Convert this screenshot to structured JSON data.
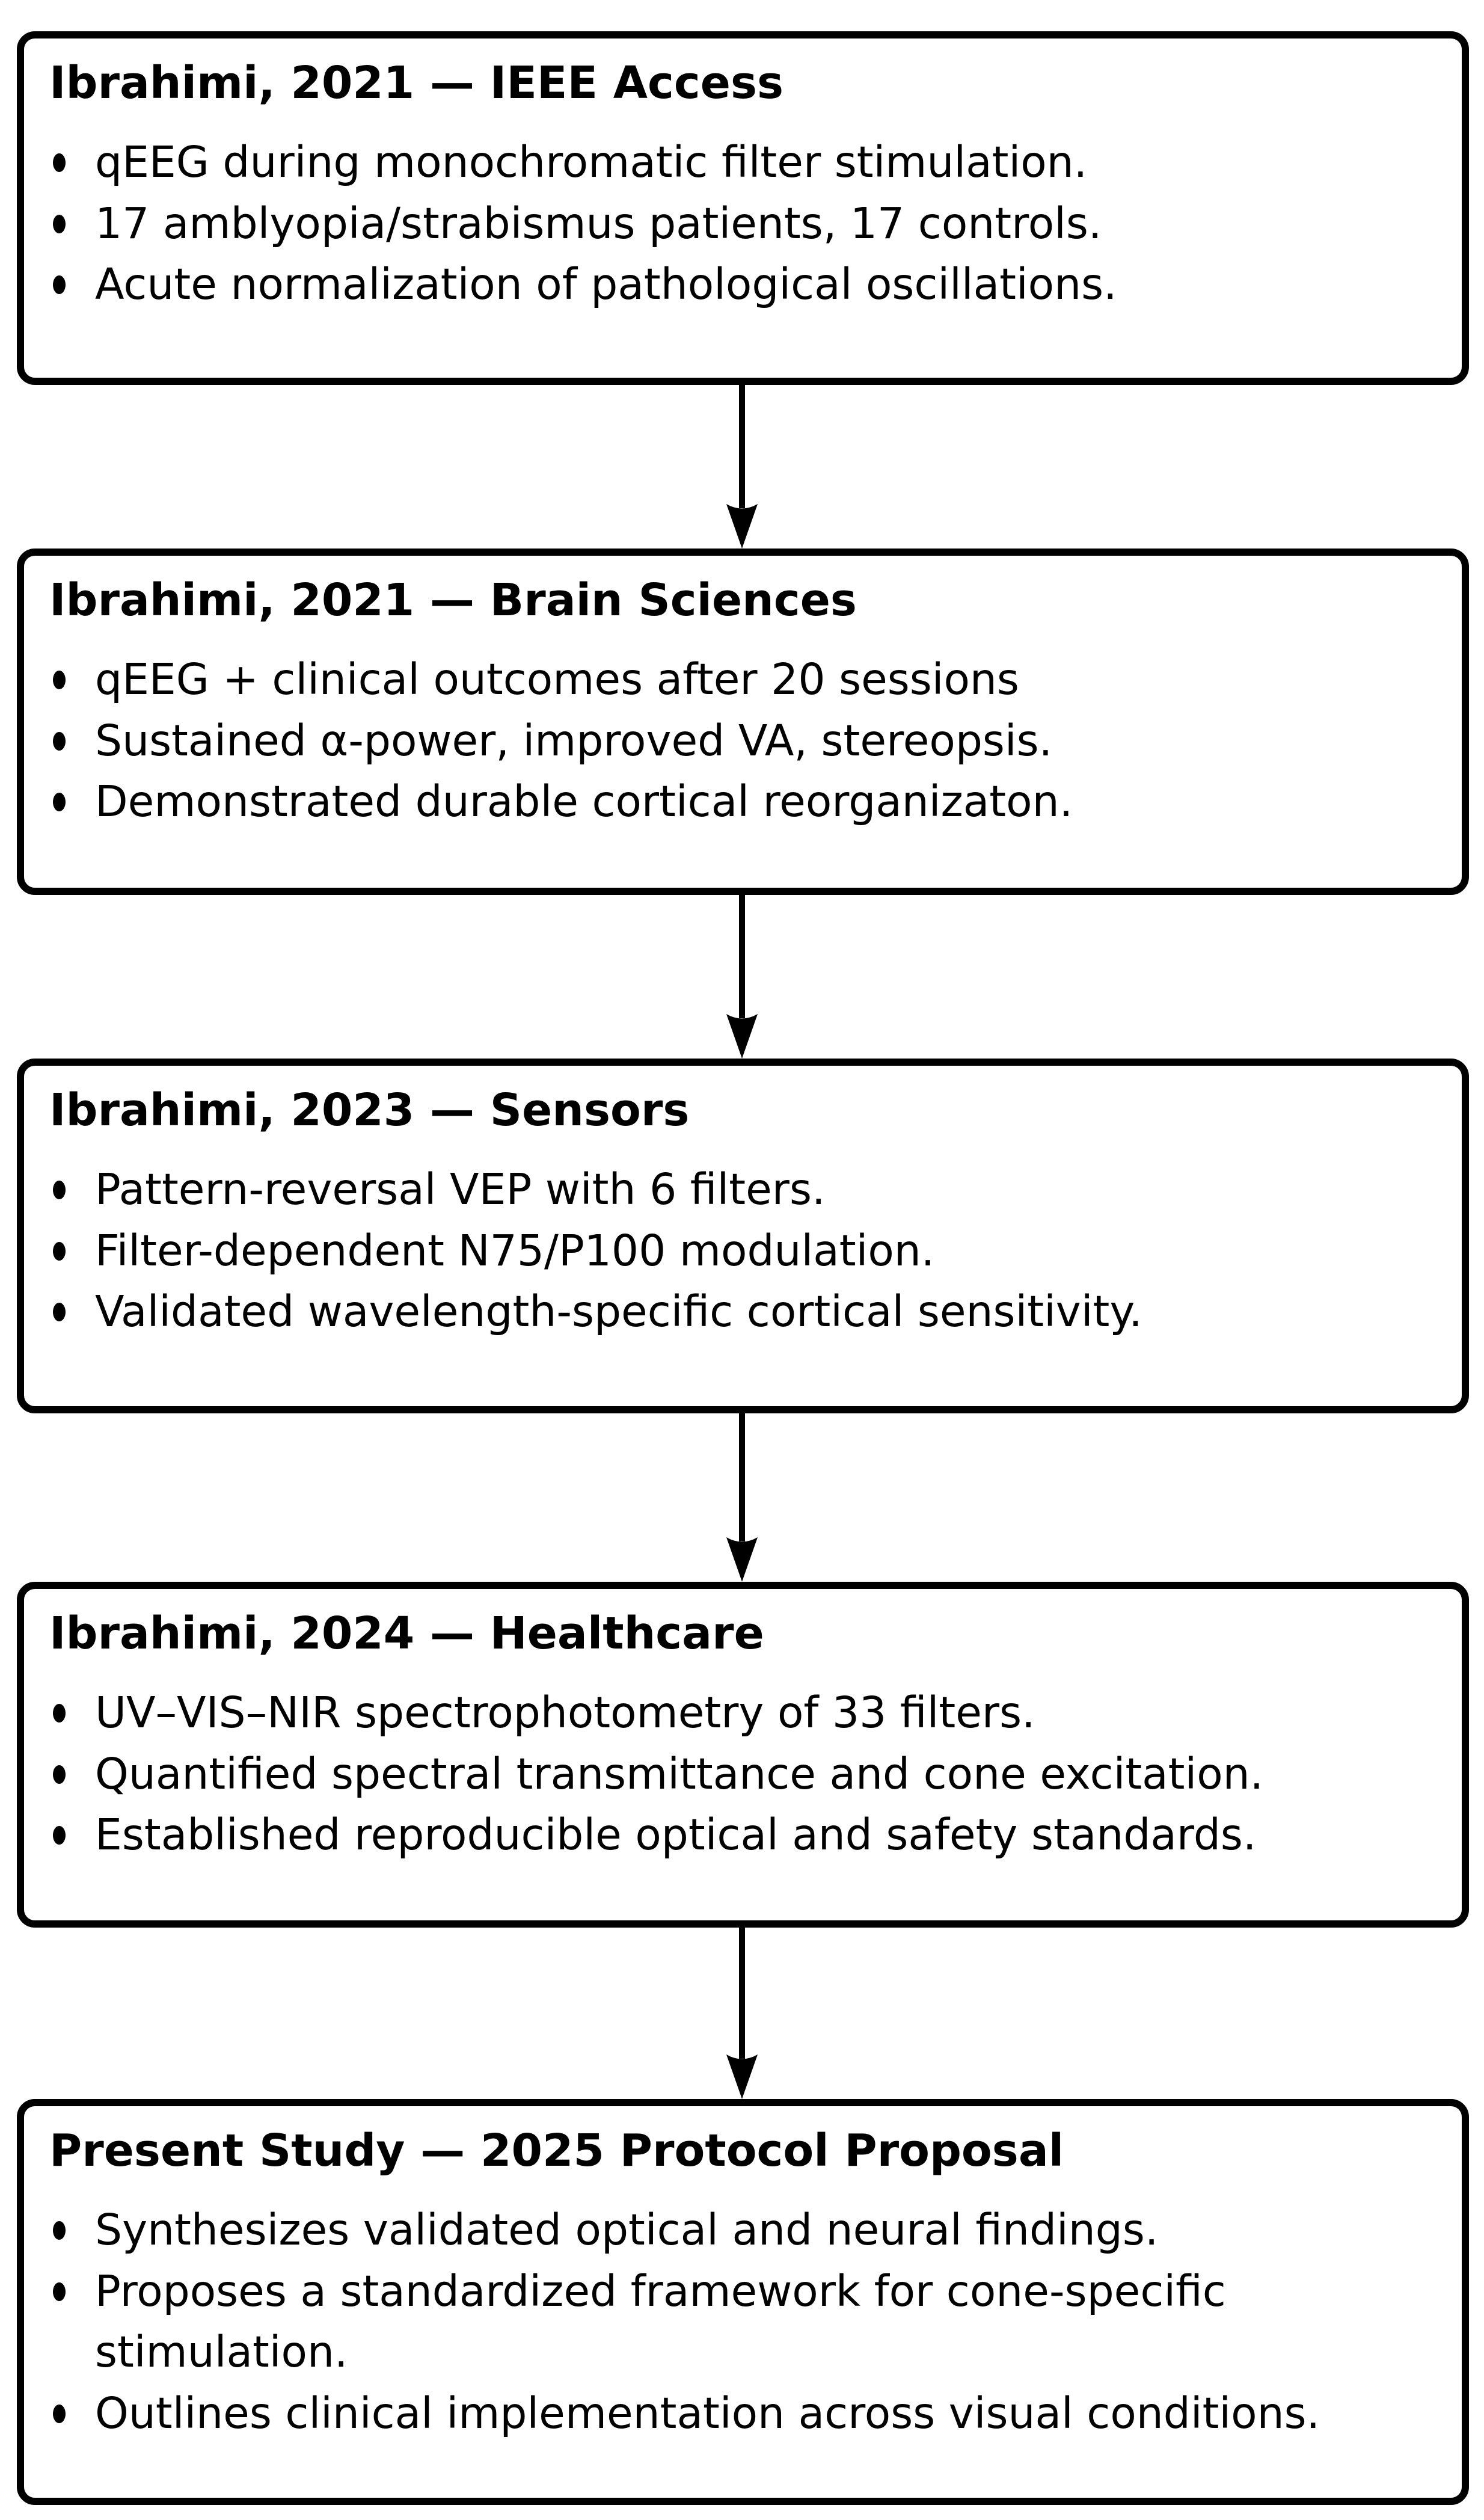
{
  "flowchart": {
    "colors": {
      "line": "#000000",
      "background": "#ffffff",
      "text": "#000000"
    },
    "boxes": [
      {
        "title": "Ibrahimi, 2021 — IEEE Access",
        "bullets": [
          "qEEG during monochromatic filter stimulation.",
          "17 amblyopia/strabismus patients, 17 controls.",
          "Acute normalization of pathological oscillations."
        ]
      },
      {
        "title": "Ibrahimi, 2021 — Brain Sciences",
        "bullets": [
          "qEEG + clinical outcomes after 20 sessions",
          "Sustained α-power, improved VA, stereopsis.",
          "Demonstrated durable cortical reorganizaton."
        ]
      },
      {
        "title": "Ibrahimi, 2023 — Sensors",
        "bullets": [
          "Pattern-reversal VEP with 6 filters.",
          "Filter-dependent N75/P100 modulation.",
          "Validated wavelength-specific cortical sensitivity."
        ]
      },
      {
        "title": "Ibrahimi, 2024 — Healthcare",
        "bullets": [
          "UV–VIS–NIR spectrophotometry of 33 filters.",
          "Quantified spectral transmittance and cone excitation.",
          "Established reproducible optical and safety standards."
        ]
      },
      {
        "title": "Present Study — 2025 Protocol Proposal",
        "bullets": [
          "Synthesizes validated optical and neural findings.",
          "Proposes a standardized framework for cone-specific stimulation.",
          "Outlines clinical implementation across visual conditions."
        ]
      }
    ]
  }
}
